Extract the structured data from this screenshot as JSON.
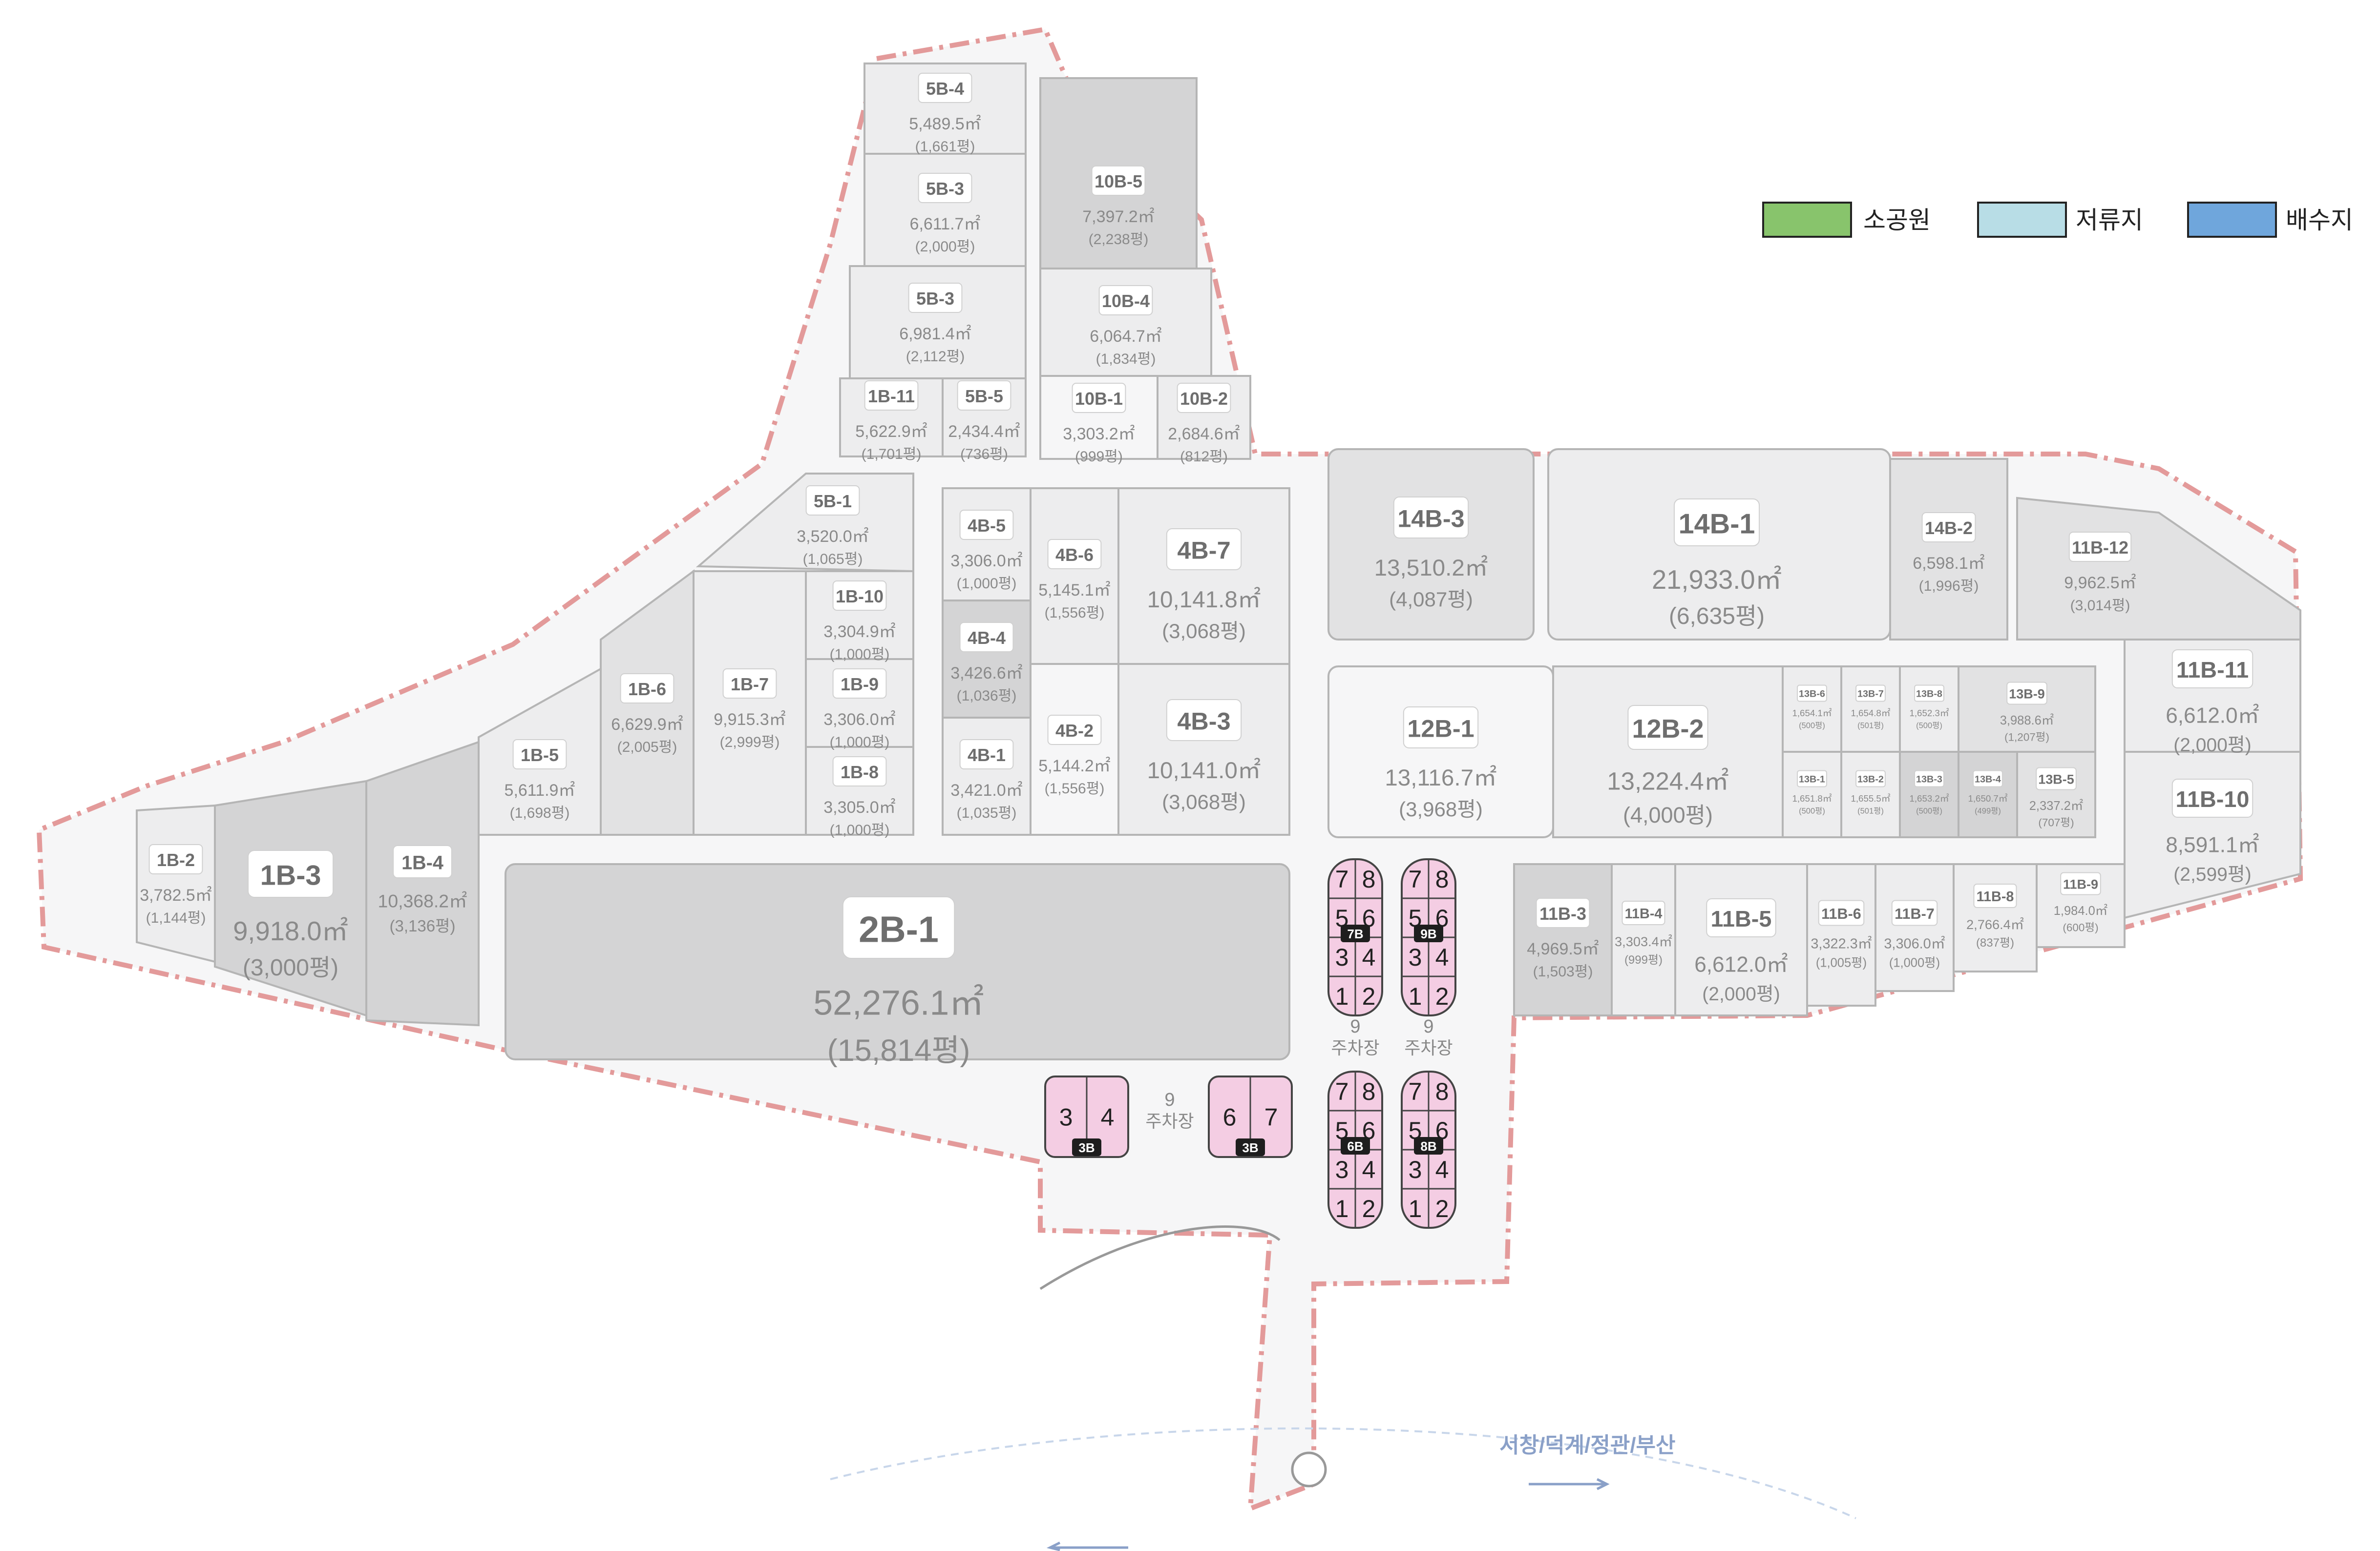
{
  "legend": {
    "items": [
      {
        "label": "소공원",
        "color": "#88c46c"
      },
      {
        "label": "저류지",
        "color": "#b8dde6"
      },
      {
        "label": "배수지",
        "color": "#6fa6dc"
      }
    ]
  },
  "colors": {
    "lot_light": "#ededee",
    "lot_mid": "#e2e2e3",
    "lot_dark": "#d4d4d5",
    "road": "#f6f6f7",
    "boundary": "#e39a9a",
    "pink": "#f4cde3",
    "badge": "#1e1e1e"
  },
  "direction": {
    "label": "서창/덕계/정관/부산"
  },
  "lots": [
    {
      "code": "5B-4",
      "area": "5,489.5㎡",
      "pyeong": "(1,661평)"
    },
    {
      "code": "5B-3",
      "area": "6,611.7㎡",
      "pyeong": "(2,000평)"
    },
    {
      "code": "5B-3",
      "area": "6,981.4㎡",
      "pyeong": "(2,112평)"
    },
    {
      "code": "1B-11",
      "area": "5,622.9㎡",
      "pyeong": "(1,701평)"
    },
    {
      "code": "5B-5",
      "area": "2,434.4㎡",
      "pyeong": "(736평)"
    },
    {
      "code": "10B-5",
      "area": "7,397.2㎡",
      "pyeong": "(2,238평)"
    },
    {
      "code": "10B-4",
      "area": "6,064.7㎡",
      "pyeong": "(1,834평)"
    },
    {
      "code": "10B-1",
      "area": "3,303.2㎡",
      "pyeong": "(999평)"
    },
    {
      "code": "10B-2",
      "area": "2,684.6㎡",
      "pyeong": "(812평)"
    },
    {
      "code": "5B-1",
      "area": "3,520.0㎡",
      "pyeong": "(1,065평)"
    },
    {
      "code": "1B-10",
      "area": "3,304.9㎡",
      "pyeong": "(1,000평)"
    },
    {
      "code": "1B-9",
      "area": "3,306.0㎡",
      "pyeong": "(1,000평)"
    },
    {
      "code": "1B-8",
      "area": "3,305.0㎡",
      "pyeong": "(1,000평)"
    },
    {
      "code": "1B-7",
      "area": "9,915.3㎡",
      "pyeong": "(2,999평)"
    },
    {
      "code": "1B-6",
      "area": "6,629.9㎡",
      "pyeong": "(2,005평)"
    },
    {
      "code": "1B-5",
      "area": "5,611.9㎡",
      "pyeong": "(1,698평)"
    },
    {
      "code": "1B-4",
      "area": "10,368.2㎡",
      "pyeong": "(3,136평)"
    },
    {
      "code": "1B-3",
      "area": "9,918.0㎡",
      "pyeong": "(3,000평)"
    },
    {
      "code": "1B-2",
      "area": "3,782.5㎡",
      "pyeong": "(1,144평)"
    },
    {
      "code": "4B-5",
      "area": "3,306.0㎡",
      "pyeong": "(1,000평)"
    },
    {
      "code": "4B-6",
      "area": "5,145.1㎡",
      "pyeong": "(1,556평)"
    },
    {
      "code": "4B-7",
      "area": "10,141.8㎡",
      "pyeong": "(3,068평)"
    },
    {
      "code": "4B-4",
      "area": "3,426.6㎡",
      "pyeong": "(1,036평)"
    },
    {
      "code": "4B-1",
      "area": "3,421.0㎡",
      "pyeong": "(1,035평)"
    },
    {
      "code": "4B-2",
      "area": "5,144.2㎡",
      "pyeong": "(1,556평)"
    },
    {
      "code": "4B-3",
      "area": "10,141.0㎡",
      "pyeong": "(3,068평)"
    },
    {
      "code": "2B-1",
      "area": "52,276.1㎡",
      "pyeong": "(15,814평)"
    },
    {
      "code": "14B-3",
      "area": "13,510.2㎡",
      "pyeong": "(4,087평)"
    },
    {
      "code": "14B-1",
      "area": "21,933.0㎡",
      "pyeong": "(6,635평)"
    },
    {
      "code": "14B-2",
      "area": "6,598.1㎡",
      "pyeong": "(1,996평)"
    },
    {
      "code": "11B-12",
      "area": "9,962.5㎡",
      "pyeong": "(3,014평)"
    },
    {
      "code": "11B-11",
      "area": "6,612.0㎡",
      "pyeong": "(2,000평)"
    },
    {
      "code": "11B-10",
      "area": "8,591.1㎡",
      "pyeong": "(2,599평)"
    },
    {
      "code": "12B-1",
      "area": "13,116.7㎡",
      "pyeong": "(3,968평)"
    },
    {
      "code": "12B-2",
      "area": "13,224.4㎡",
      "pyeong": "(4,000평)"
    },
    {
      "code": "13B-6",
      "area": "1,654.1㎡",
      "pyeong": "(500평)"
    },
    {
      "code": "13B-7",
      "area": "1,654.8㎡",
      "pyeong": "(501평)"
    },
    {
      "code": "13B-8",
      "area": "1,652.3㎡",
      "pyeong": "(500평)"
    },
    {
      "code": "13B-9",
      "area": "3,988.6㎡",
      "pyeong": "(1,207평)"
    },
    {
      "code": "13B-1",
      "area": "1,651.8㎡",
      "pyeong": "(500평)"
    },
    {
      "code": "13B-2",
      "area": "1,655.5㎡",
      "pyeong": "(501평)"
    },
    {
      "code": "13B-3",
      "area": "1,653.2㎡",
      "pyeong": "(500평)"
    },
    {
      "code": "13B-4",
      "area": "1,650.7㎡",
      "pyeong": "(499평)"
    },
    {
      "code": "13B-5",
      "area": "2,337.2㎡",
      "pyeong": "(707평)"
    },
    {
      "code": "11B-3",
      "area": "4,969.5㎡",
      "pyeong": "(1,503평)"
    },
    {
      "code": "11B-4",
      "area": "3,303.4㎡",
      "pyeong": "(999평)"
    },
    {
      "code": "11B-5",
      "area": "6,612.0㎡",
      "pyeong": "(2,000평)"
    },
    {
      "code": "11B-6",
      "area": "3,322.3㎡",
      "pyeong": "(1,005평)"
    },
    {
      "code": "11B-7",
      "area": "3,306.0㎡",
      "pyeong": "(1,000평)"
    },
    {
      "code": "11B-8",
      "area": "2,766.4㎡",
      "pyeong": "(837평)"
    },
    {
      "code": "11B-9",
      "area": "1,984.0㎡",
      "pyeong": "(600평)"
    }
  ],
  "blocks": [
    {
      "badge": "7B",
      "slots": [
        "7",
        "8",
        "5",
        "6",
        "3",
        "4",
        "1",
        "2"
      ]
    },
    {
      "badge": "9B",
      "slots": [
        "7",
        "8",
        "5",
        "6",
        "3",
        "4",
        "1",
        "2"
      ]
    },
    {
      "badge": "6B",
      "slots": [
        "7",
        "8",
        "5",
        "6",
        "3",
        "4",
        "1",
        "2"
      ]
    },
    {
      "badge": "8B",
      "slots": [
        "7",
        "8",
        "5",
        "6",
        "3",
        "4",
        "1",
        "2"
      ]
    },
    {
      "badge": "3B",
      "slots": [
        "3",
        "4"
      ]
    },
    {
      "badge": "3B",
      "slots": [
        "6",
        "7"
      ]
    }
  ],
  "parking": [
    {
      "num": "9",
      "label": "주차장"
    },
    {
      "num": "9",
      "label": "주차장"
    },
    {
      "num": "9",
      "label": "주차장"
    }
  ]
}
